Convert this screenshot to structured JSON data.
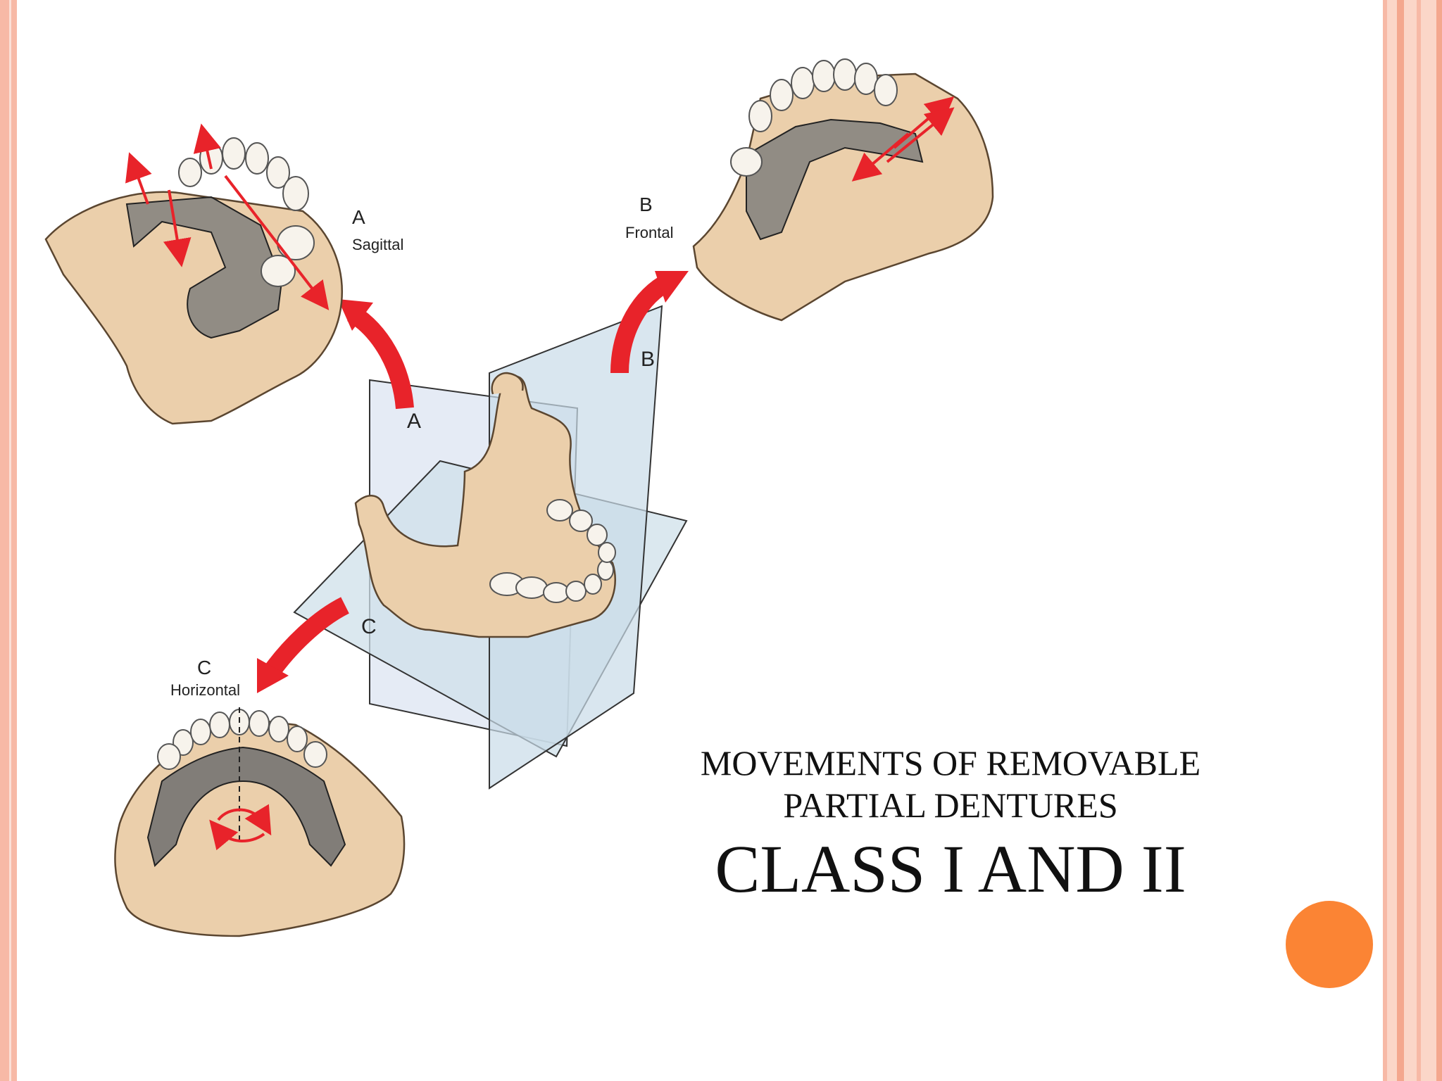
{
  "diagram": {
    "labels": {
      "a_letter": "A",
      "a_name": "Sagittal",
      "b_letter": "B",
      "b_name": "Frontal",
      "c_letter": "C",
      "c_name": "Horizontal",
      "plane_a": "A",
      "plane_b": "B",
      "plane_c": "C"
    }
  },
  "slide": {
    "title_line1": "MOVEMENTS OF REMOVABLE",
    "title_line2": "PARTIAL DENTURES",
    "subtitle": "CLASS I AND II"
  },
  "colors": {
    "arrow_red": "#e8232a",
    "plane_blue": "#c9dbe8",
    "cast_tan": "#ebcfab",
    "accent_orange": "#fb8434",
    "border_peach": "#f7b9a6"
  }
}
